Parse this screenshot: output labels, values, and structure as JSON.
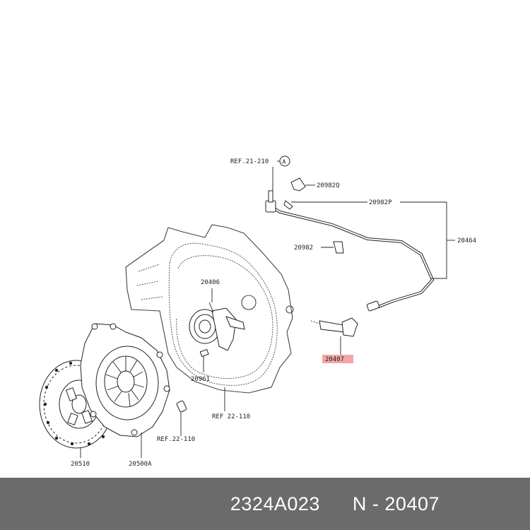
{
  "labels": {
    "ref_21_210": "REF.21-210",
    "circle_a": "A",
    "p20982q": "20982Q",
    "p20982p": "20982P",
    "p20464": "20464",
    "p20982": "20982",
    "p20406": "20406",
    "p20407": "20407",
    "p20961": "20961",
    "ref_22_110_a": "REF 22-110",
    "ref_22_110_b": "REF.22-110",
    "p20510": "20510",
    "p20500a": "20500A"
  },
  "highlight_color": "#f4a6a6",
  "footer": {
    "part_code": "2324A023",
    "ref_code": "N - 20407"
  }
}
